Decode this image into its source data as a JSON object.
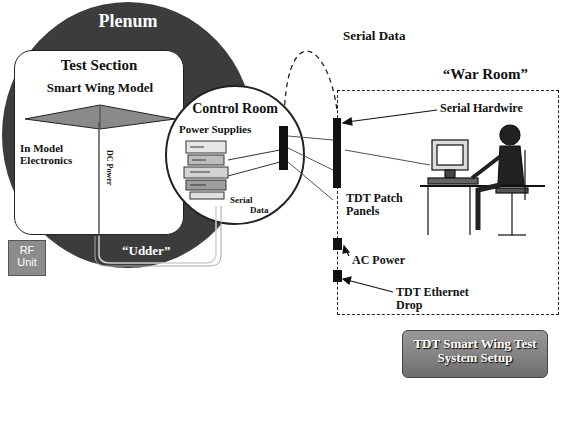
{
  "diagram": {
    "nodes": [
      {
        "text": [
          "Plenum"
        ]
      },
      {
        "text": [
          "Test Section"
        ],
        "in": 0
      },
      {
        "text": [
          "Smart Wing Model"
        ],
        "in": 1
      },
      {
        "text": [
          "RF Unit"
        ],
        "in": 0
      },
      {
        "text": [
          "Control Room",
          "Power Supplies"
        ]
      },
      {
        "text": [
          "“War Room”"
        ]
      },
      {
        "text": [
          "TDT Smart Wing Test System Setup"
        ]
      }
    ],
    "edges": [
      {
        "from": 4,
        "to": 5,
        "arrow": "none",
        "label": "Serial Data"
      }
    ],
    "labels": [
      "In Model Electronics",
      "DC Power",
      "“Udder”",
      "Serial",
      "Data",
      "Serial Hardwire",
      "TDT Patch Panels",
      "AC Power",
      "TDT Ethernet Drop"
    ]
  }
}
